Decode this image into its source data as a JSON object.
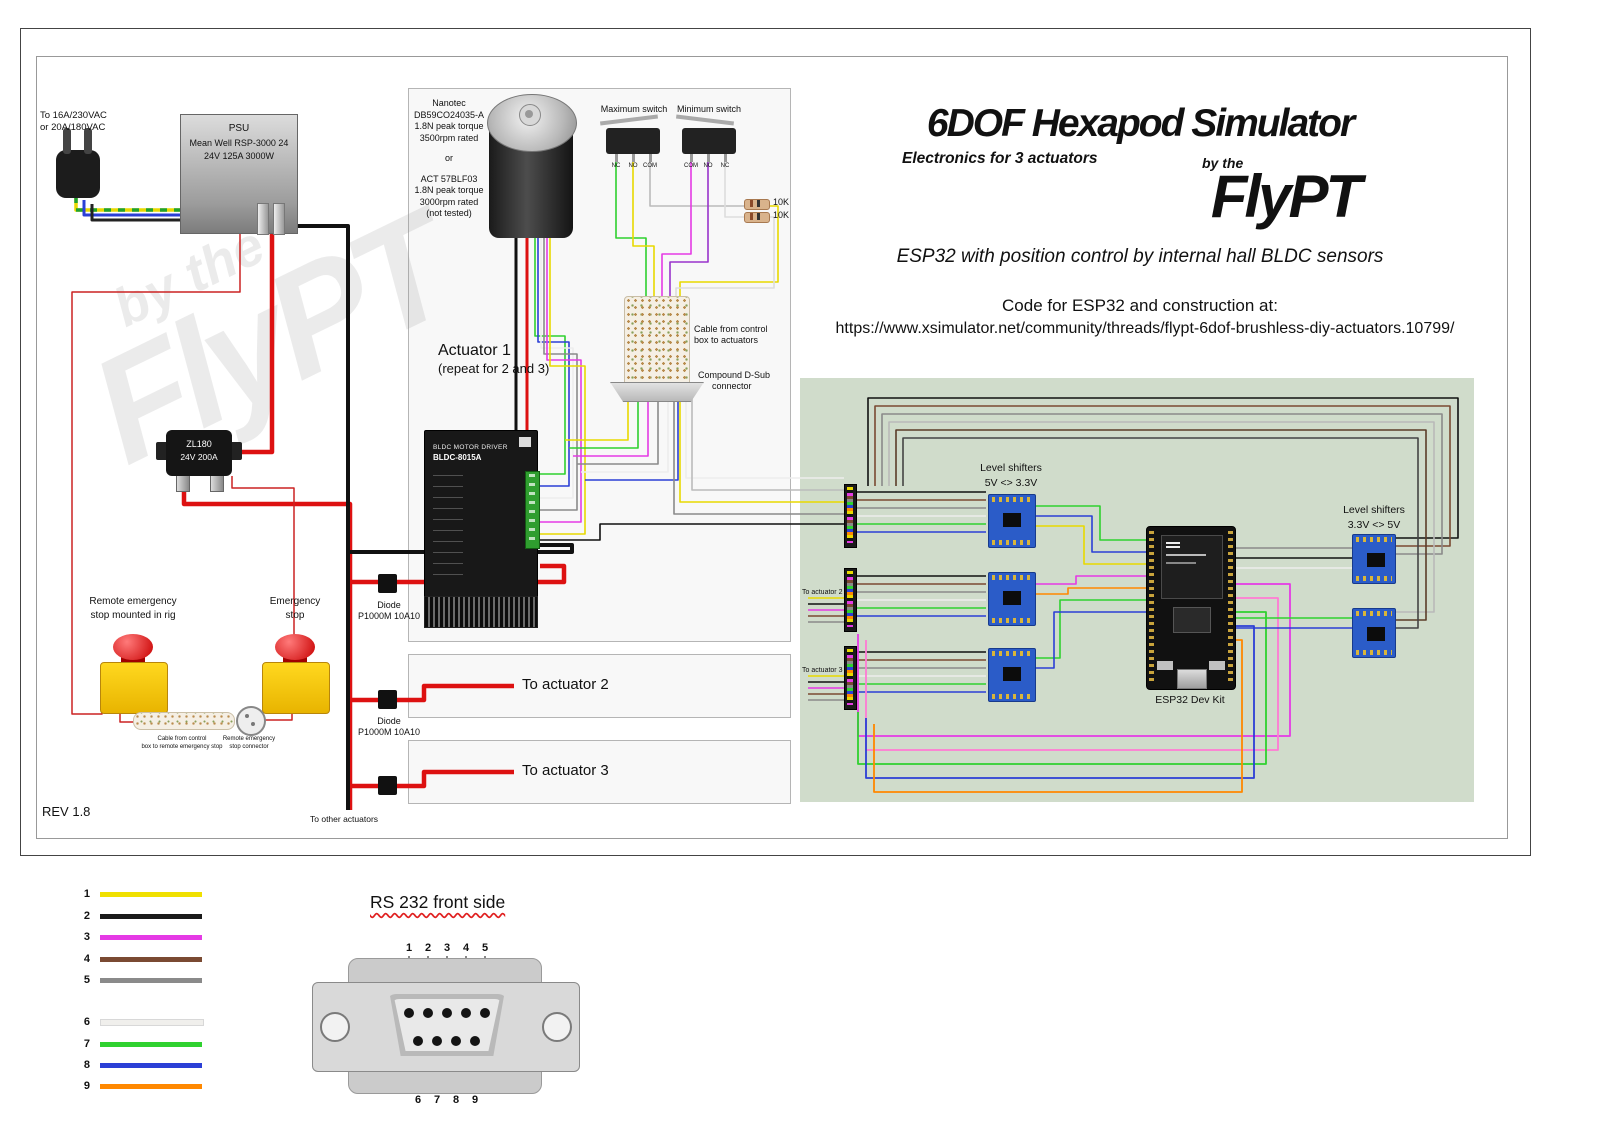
{
  "title_block": {
    "title": "6DOF Hexapod Simulator",
    "subtitle": "Electronics for 3 actuators",
    "by_the": "by the",
    "brand": "FlyPT",
    "tagline": "ESP32 with position control by internal hall BLDC sensors",
    "code_intro": "Code for ESP32 and construction at:",
    "code_url": "https://www.xsimulator.net/community/threads/flypt-6dof-brushless-diy-actuators.10799/"
  },
  "rev": "REV 1.8",
  "watermark": {
    "line1": "by the",
    "line2": "FlyPT"
  },
  "power": {
    "source_l1": "To 16A/230VAC",
    "source_l2": "or 20A/180VAC",
    "psu_l1": "PSU",
    "psu_l2": "Mean Well RSP-3000 24",
    "psu_l3": "24V 125A 3000W"
  },
  "contactor": {
    "l1": "ZL180",
    "l2": "24V 200A"
  },
  "estops": {
    "remote_l1": "Remote emergency",
    "remote_l2": "stop mounted in rig",
    "local_l1": "Emergency",
    "local_l2": "stop",
    "cable_l1": "Cable from control",
    "cable_l2": "box to remote emergency stop",
    "conn_l1": "Remote emergency",
    "conn_l2": "stop connector"
  },
  "actuator": {
    "specs": [
      "Nanotec",
      "DB59CO24035-A",
      "1.8N peak torque",
      "3500rpm rated",
      "or",
      "ACT 57BLF03",
      "1.8N peak torque",
      "3000rpm rated",
      "(not tested)"
    ],
    "max_switch": "Maximum switch",
    "min_switch": "Minimum switch",
    "max_pins": [
      "NC",
      "NO",
      "COM"
    ],
    "min_pins": [
      "COM",
      "NO",
      "NC"
    ],
    "r1": "10K",
    "r2": "10K",
    "title_l1": "Actuator 1",
    "title_l2": "(repeat for 2 and 3)",
    "cable_l1": "Cable from control",
    "cable_l2": "box to actuators",
    "dsub_l1": "Compound D-Sub",
    "dsub_l2": "connector",
    "driver_l1": "BLDC MOTOR DRIVER",
    "driver_l2": "BLDC-8015A"
  },
  "diode1": {
    "l1": "Diode",
    "l2": "P1000M 10A10"
  },
  "diode2": {
    "l1": "Diode",
    "l2": "P1000M 10A10"
  },
  "to_actuator2": "To actuator 2",
  "to_actuator3": "To actuator 3",
  "to_other": "To other actuators",
  "controller": {
    "ls_left_l1": "Level shifters",
    "ls_left_l2": "5V <> 3.3V",
    "ls_right_l1": "Level shifters",
    "ls_right_l2": "3.3V <> 5V",
    "esp32": "ESP32 Dev Kit",
    "to_act2": "To actuator 2",
    "to_act3": "To actuator 3"
  },
  "colors": {
    "panel_green": "#d0dccb",
    "wire_red": "#dd1111",
    "estop_yellow": "#f2c300",
    "estop_red": "#c80000",
    "level_shifter_blue": "#2b5cc8"
  },
  "legend": {
    "items": [
      {
        "n": "1",
        "color": "#f0e000"
      },
      {
        "n": "2",
        "color": "#1a1a1a"
      },
      {
        "n": "3",
        "color": "#e53ae5"
      },
      {
        "n": "4",
        "color": "#7a4a32"
      },
      {
        "n": "5",
        "color": "#8a8a8a"
      },
      {
        "n": "6",
        "color": "#f0efec"
      },
      {
        "n": "7",
        "color": "#2fd12f"
      },
      {
        "n": "8",
        "color": "#2b3fd6"
      },
      {
        "n": "9",
        "color": "#ff8800"
      }
    ]
  },
  "rs232": {
    "title": "RS 232 front side",
    "top_pins": [
      "1",
      "2",
      "3",
      "4",
      "5"
    ],
    "bottom_pins": [
      "6",
      "7",
      "8",
      "9"
    ]
  }
}
